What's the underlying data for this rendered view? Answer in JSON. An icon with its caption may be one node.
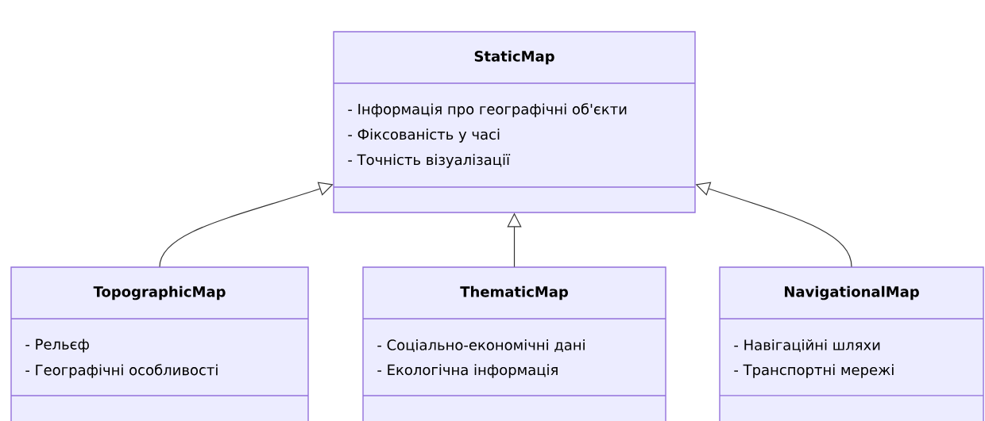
{
  "diagram": {
    "nodes": [
      {
        "text": [
          "StaticMap",
          "- Інформація про географічні об'єкти",
          "- Фіксованість у часі",
          "- Точність візуалізації"
        ]
      },
      {
        "text": [
          "TopographicMap",
          "- Рельєф",
          "- Географічні особливості"
        ]
      },
      {
        "text": [
          "ThematicMap",
          "- Соціально-економічні дані",
          "- Екологічна інформація"
        ]
      },
      {
        "text": [
          "NavigationalMap",
          "- Навігаційні шляхи",
          "- Транспортні мережі"
        ]
      }
    ],
    "edges": [
      {
        "from": 1,
        "to": 0,
        "arrow": "to"
      },
      {
        "from": 2,
        "to": 0,
        "arrow": "to"
      },
      {
        "from": 3,
        "to": 0,
        "arrow": "to"
      }
    ]
  }
}
